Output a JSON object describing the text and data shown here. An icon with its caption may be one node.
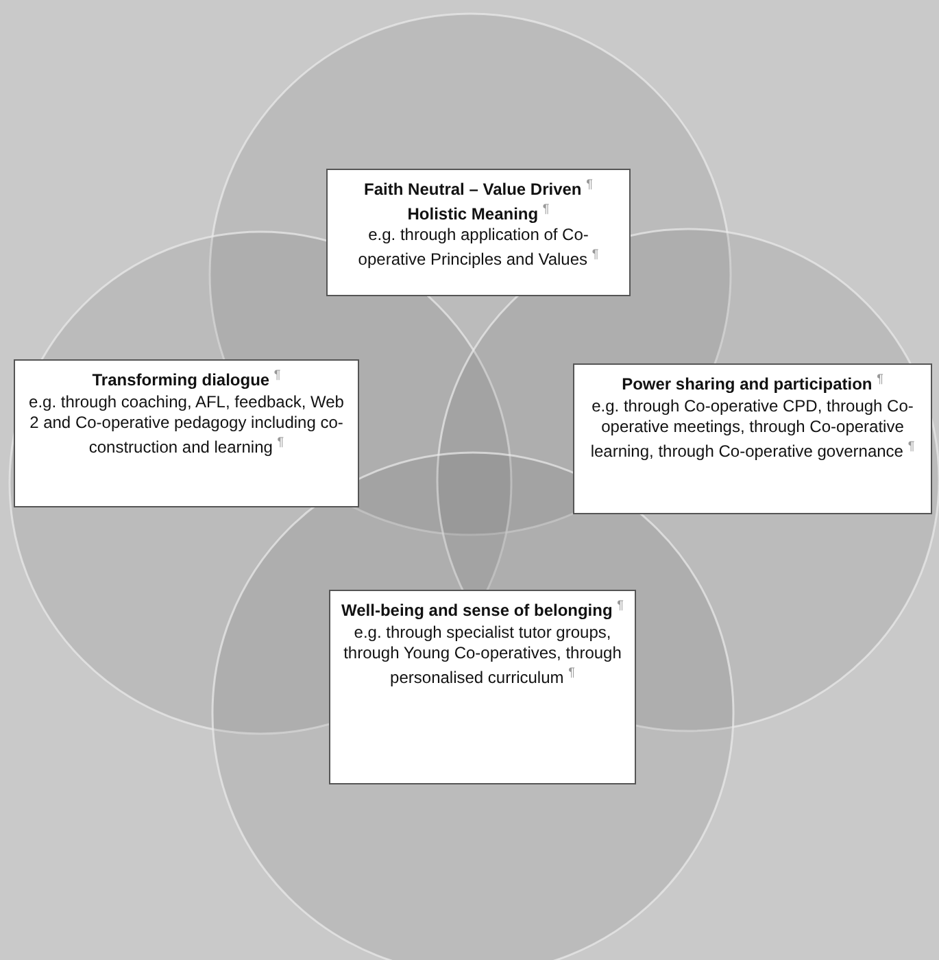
{
  "diagram": {
    "nodes": [
      {
        "text": [
          "Faith Neutral – Value Driven $^{¶}$",
          "Holistic Meaning $^{¶}$",
          "e.g. through application of Co-operative Principles and Values $^{¶}$"
        ]
      },
      {
        "text": [
          "Transforming dialogue $^{¶}$",
          "e.g. through coaching, AFL, feedback, Web 2 and Co-operative pedagogy including co-construction and learning $^{¶}$"
        ]
      },
      {
        "text": [
          "Power sharing and participation $^{¶}$",
          "e.g. through Co-operative CPD, through Co-operative meetings, through Co-operative learning, through Co-operative governance $^{¶}$"
        ]
      },
      {
        "text": [
          "Well-being and sense of belonging $^{¶}$",
          "e.g. through specialist tutor groups, through Young Co-operatives, through personalised curriculum $^{¶}$"
        ]
      }
    ]
  }
}
